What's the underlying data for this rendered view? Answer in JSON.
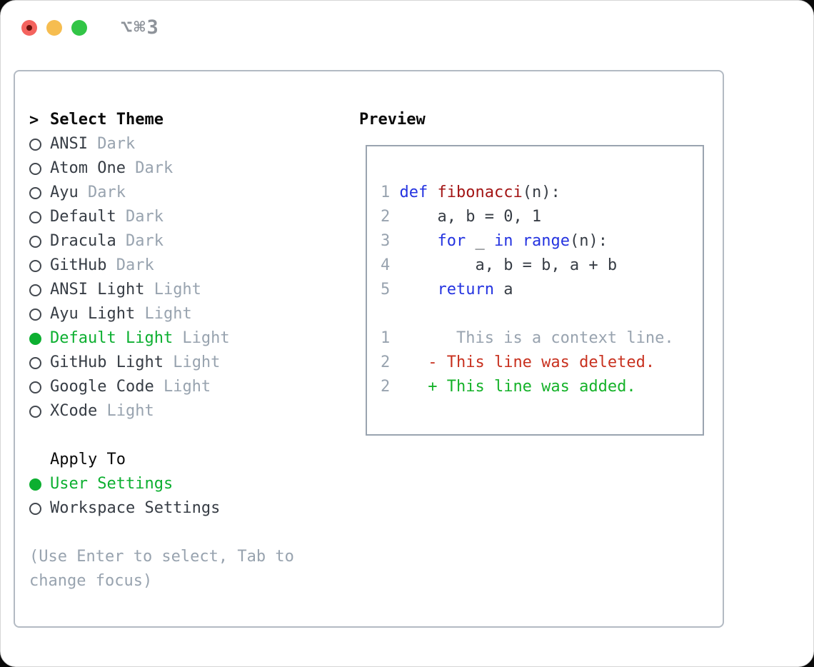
{
  "titlebar": {
    "shortcut_label": "⌥⌘3",
    "traffic_lights": [
      {
        "name": "close-button",
        "color": "#f4635e",
        "dot": true
      },
      {
        "name": "minimize-button",
        "color": "#f6bd50",
        "dot": false
      },
      {
        "name": "zoom-button",
        "color": "#32c546",
        "dot": false
      }
    ]
  },
  "theme_menu": {
    "prefix": ">",
    "title": "Select Theme",
    "items": [
      {
        "name": "ANSI",
        "tag": "Dark",
        "selected": false
      },
      {
        "name": "Atom One",
        "tag": "Dark",
        "selected": false
      },
      {
        "name": "Ayu",
        "tag": "Dark",
        "selected": false
      },
      {
        "name": "Default",
        "tag": "Dark",
        "selected": false
      },
      {
        "name": "Dracula",
        "tag": "Dark",
        "selected": false
      },
      {
        "name": "GitHub",
        "tag": "Dark",
        "selected": false
      },
      {
        "name": "ANSI Light",
        "tag": "Light",
        "selected": false
      },
      {
        "name": "Ayu Light",
        "tag": "Light",
        "selected": false
      },
      {
        "name": "Default Light",
        "tag": "Light",
        "selected": true
      },
      {
        "name": "GitHub Light",
        "tag": "Light",
        "selected": false
      },
      {
        "name": "Google Code",
        "tag": "Light",
        "selected": false
      },
      {
        "name": "XCode",
        "tag": "Light",
        "selected": false
      }
    ]
  },
  "apply_to": {
    "title": "Apply To",
    "options": [
      {
        "name": "User Settings",
        "selected": true
      },
      {
        "name": "Workspace Settings",
        "selected": false
      }
    ]
  },
  "hint_lines": [
    "(Use Enter to select, Tab to",
    "change focus)"
  ],
  "preview": {
    "title": "Preview",
    "code_lines": [
      {
        "num": "1",
        "tokens": [
          [
            "kw",
            "def"
          ],
          [
            "plain",
            " "
          ],
          [
            "fn",
            "fibonacci"
          ],
          [
            "plain",
            "(n):"
          ]
        ]
      },
      {
        "num": "2",
        "tokens": [
          [
            "plain",
            "    a, b = 0, 1"
          ]
        ]
      },
      {
        "num": "3",
        "tokens": [
          [
            "plain",
            "    "
          ],
          [
            "kw",
            "for"
          ],
          [
            "plain",
            " _ "
          ],
          [
            "kw",
            "in"
          ],
          [
            "plain",
            " "
          ],
          [
            "kw",
            "range"
          ],
          [
            "plain",
            "(n):"
          ]
        ]
      },
      {
        "num": "4",
        "tokens": [
          [
            "plain",
            "        a, b = b, a + b"
          ]
        ]
      },
      {
        "num": "5",
        "tokens": [
          [
            "plain",
            "    "
          ],
          [
            "kw",
            "return"
          ],
          [
            "plain",
            " a"
          ]
        ]
      }
    ],
    "diff_lines": [
      {
        "num": "1",
        "type": "context",
        "text": "      This is a context line."
      },
      {
        "num": "2",
        "type": "deleted",
        "text": "   - This line was deleted."
      },
      {
        "num": "2",
        "type": "added",
        "text": "   + This line was added."
      }
    ]
  },
  "colors": {
    "accent_green": "#0caf30",
    "keyword_blue": "#2433e0",
    "function_red": "#a31515",
    "diff_deleted": "#c8311f",
    "diff_added": "#15b229",
    "muted_gray": "#98a3af",
    "text_dark": "#373d45"
  }
}
